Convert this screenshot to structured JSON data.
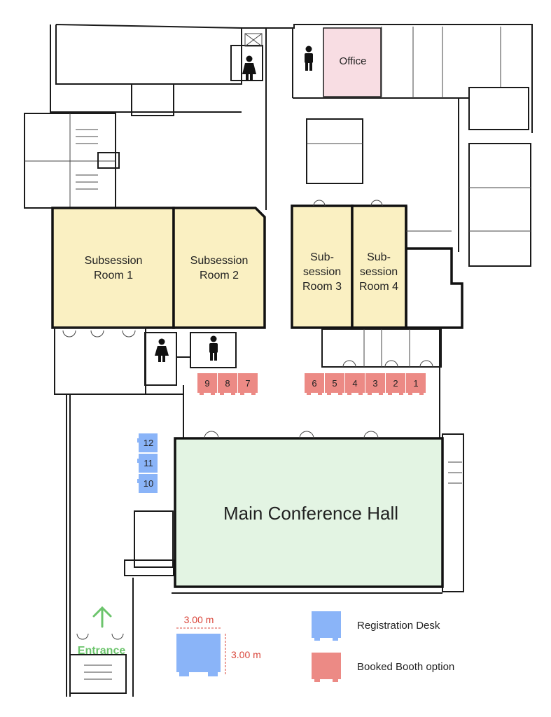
{
  "rooms": {
    "office": "Office",
    "subsession1": [
      "Subsession",
      "Room 1"
    ],
    "subsession2": [
      "Subsession",
      "Room 2"
    ],
    "subsession3": [
      "Sub-",
      "session",
      "Room 3"
    ],
    "subsession4": [
      "Sub-",
      "session",
      "Room 4"
    ],
    "main_hall": "Main Conference Hall"
  },
  "booths_booked": [
    "9",
    "8",
    "7",
    "6",
    "5",
    "4",
    "3",
    "2",
    "1"
  ],
  "registration_desks": [
    "12",
    "11",
    "10"
  ],
  "entrance": {
    "label": "Entrance"
  },
  "dimensions": {
    "width": "3.00 m",
    "depth": "3.00 m"
  },
  "legend": [
    {
      "label": "Registration Desk",
      "color": "#8ab4f8"
    },
    {
      "label": "Booked Booth option",
      "color": "#ec8a85"
    }
  ],
  "icons": [
    "male-restroom-icon",
    "female-restroom-icon",
    "up-arrow-icon"
  ],
  "colors": {
    "office": "#f8dde3",
    "subsession": "#faf0c2",
    "main_hall": "#e3f4e3",
    "booth": "#ec8a85",
    "registration": "#8ab4f8",
    "entrance": "#6cc46c",
    "dimension": "#d9453a"
  }
}
